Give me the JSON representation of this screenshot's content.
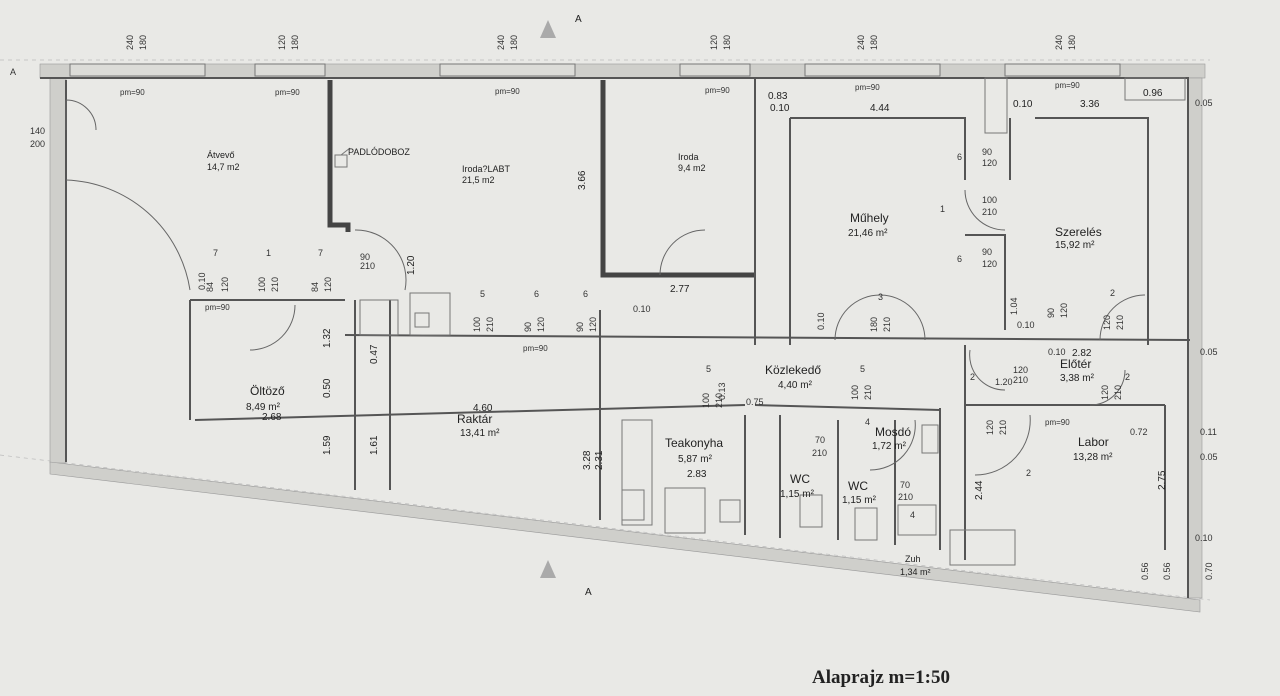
{
  "caption": "Alaprajz m=1:50",
  "rooms": {
    "atvevo": {
      "name": "Átvevő",
      "area": "14,7 m2"
    },
    "iroda_labor": {
      "name": "Iroda?LABT",
      "area": "21,5 m2"
    },
    "iroda": {
      "name": "Iroda",
      "area": "9,4 m2"
    },
    "muhely": {
      "name": "Műhely",
      "area": "21,46 m²"
    },
    "szereles": {
      "name": "Szerelés",
      "area": "15,92 m²"
    },
    "oltozo": {
      "name": "Öltöző",
      "area": "8,49 m²"
    },
    "raktar": {
      "name": "Raktár",
      "area": "13,41 m²"
    },
    "kozlekedo": {
      "name": "Közlekedő",
      "area": "4,40 m²"
    },
    "eloter": {
      "name": "Előtér",
      "area": "3,38 m²"
    },
    "teakonyha": {
      "name": "Teakonyha",
      "area": "5,87 m²"
    },
    "mosdo": {
      "name": "Mosdó",
      "area": "1,72 m²"
    },
    "labor": {
      "name": "Labor",
      "area": "13,28 m²"
    },
    "wc1": {
      "name": "WC",
      "area": "1,15 m²"
    },
    "wc2": {
      "name": "WC",
      "area": "1,15 m²"
    },
    "zuh": {
      "name": "Zuh",
      "area": "1,34 m²"
    }
  },
  "labels": {
    "padlodoboz": "PADLÓDOBOZ",
    "pm": "pm=90",
    "section": "A"
  },
  "top_dims": {
    "w1a": "240",
    "w1b": "180",
    "w2a": "120",
    "w2b": "180",
    "w3a": "240",
    "w3b": "180",
    "w4a": "120",
    "w4b": "180",
    "w5a": "240",
    "w5b": "180",
    "w6a": "240",
    "w6b": "180"
  },
  "dims": {
    "d140": "140",
    "d200": "200",
    "d366": "3.66",
    "d120": "1.20",
    "d277": "2.77",
    "d083": "0.83",
    "d010": "0.10",
    "d444": "4.44",
    "d336": "3.36",
    "d096": "0.96",
    "d005": "0.05",
    "d460": "4.60",
    "d268": "2.68",
    "d132": "1.32",
    "d050": "0.50",
    "d159": "1.59",
    "d161": "1.61",
    "d328": "3.28",
    "d231": "2.31",
    "d283": "2.83",
    "d282": "2.82",
    "d244": "2.44",
    "d275": "2.75",
    "d072": "0.72",
    "d011": "0.11",
    "d056": "0.56",
    "d070": "0.70",
    "d075": "0.75",
    "d104": "1.04",
    "d013": "0.13",
    "d047": "0.47",
    "door_90": "90",
    "door_100": "100",
    "door_120": "120",
    "door_180": "180",
    "door_210": "210",
    "door_70": "70",
    "door_84": "84",
    "n1": "1",
    "n2": "2",
    "n3": "3",
    "n4": "4",
    "n5": "5",
    "n6": "6",
    "n7": "7"
  }
}
